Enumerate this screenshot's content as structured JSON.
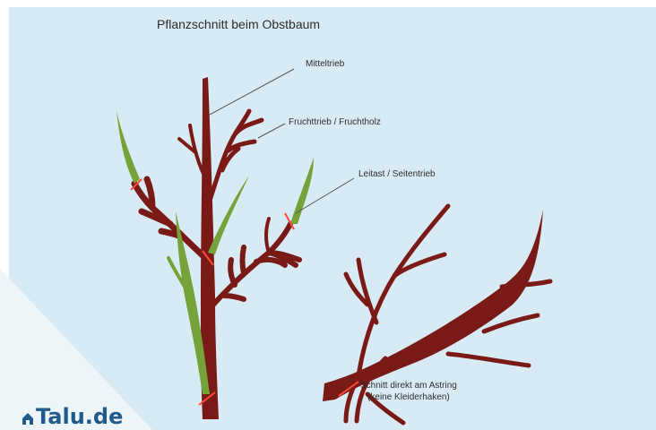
{
  "title": "Pflanzschnitt beim Obstbaum",
  "labels": {
    "mitteltrieb": "Mitteltrieb",
    "fruchttrieb": "Fruchttrieb / Fruchtholz",
    "leitast": "Leitast / Seitentrieb",
    "schnitt_line1": "Schnitt direkt am Astring",
    "schnitt_line2": "(keine Kleiderhaken)"
  },
  "logo": {
    "text": "Talu.de",
    "icon": "house-icon"
  },
  "colors": {
    "background": "#d8ebf5",
    "branch": "#7a1a17",
    "green_shoot": "#76a23a",
    "cut_mark": "#ff4a3a",
    "leader_line": "#555555",
    "logo": "#215a8c"
  }
}
